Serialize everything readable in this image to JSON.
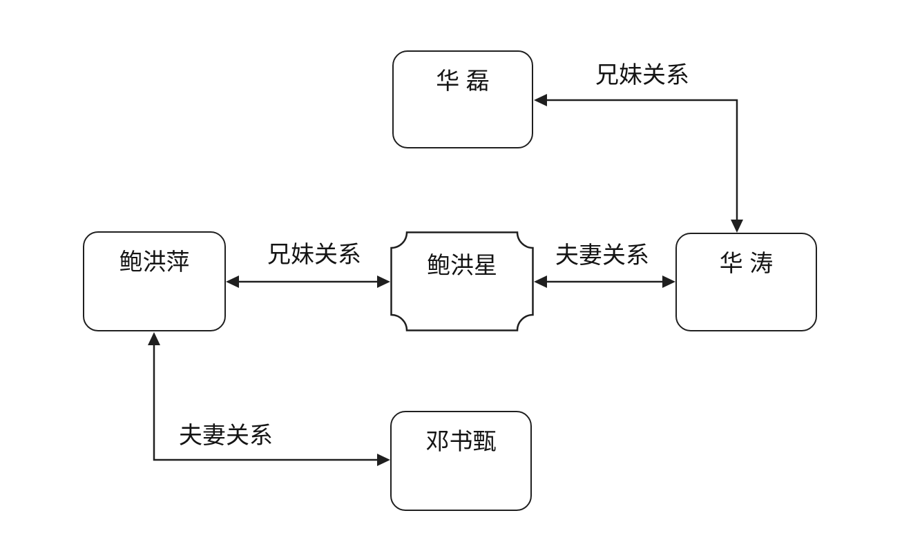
{
  "diagram": {
    "title": "family-relationship-diagram",
    "background_color": "#ffffff",
    "stroke_color": "#1f1f1f",
    "text_color": "#141414",
    "nodes": [
      {
        "id": "hua-lei",
        "label": "华 磊",
        "shape": "rounded-rect"
      },
      {
        "id": "bao-hongping",
        "label": "鲍洪萍",
        "shape": "rounded-rect"
      },
      {
        "id": "bao-hongxing",
        "label": "鲍洪星",
        "shape": "plaque-concave-corners"
      },
      {
        "id": "hua-tao",
        "label": "华 涛",
        "shape": "rounded-rect"
      },
      {
        "id": "deng-shuzhen",
        "label": "邓书甄",
        "shape": "rounded-rect"
      }
    ],
    "edges": [
      {
        "label": "兄妹关系",
        "from": "hua-tao",
        "to": "hua-lei",
        "style": "elbow",
        "arrows": "both-ends"
      },
      {
        "label": "兄妹关系",
        "from": "bao-hongping",
        "to": "bao-hongxing",
        "style": "straight",
        "arrows": "both-ends"
      },
      {
        "label": "夫妻关系",
        "from": "bao-hongxing",
        "to": "hua-tao",
        "style": "straight",
        "arrows": "both-ends"
      },
      {
        "label": "夫妻关系",
        "from": "bao-hongping",
        "to": "deng-shuzhen",
        "style": "elbow",
        "arrows": "both-ends"
      }
    ]
  }
}
